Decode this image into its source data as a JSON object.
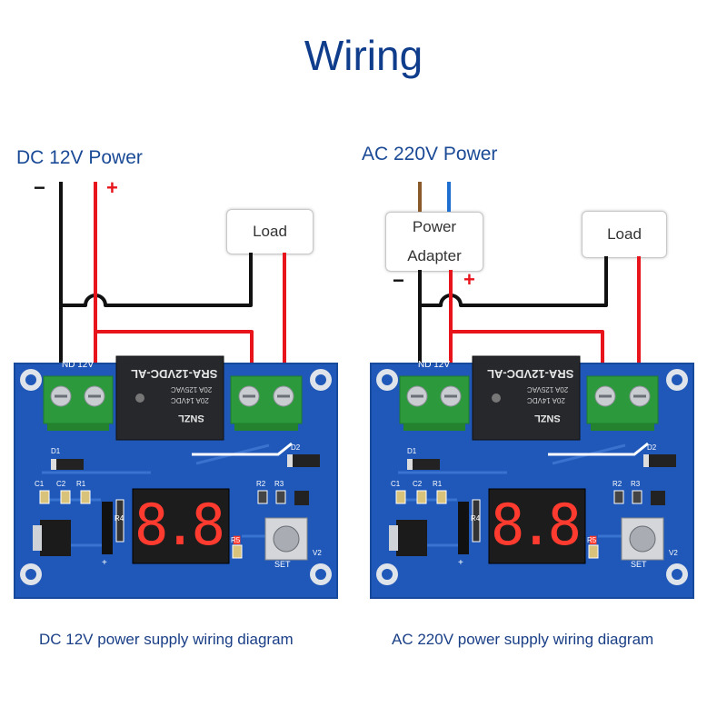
{
  "title": "Wiring",
  "left": {
    "power_title": "DC 12V Power",
    "minus": "−",
    "plus": "+",
    "load_label": "Load",
    "caption": "DC 12V power supply wiring diagram"
  },
  "right": {
    "power_title": "AC 220V Power",
    "adapter_line1": "Power",
    "adapter_line2": "Adapter",
    "minus": "−",
    "plus": "+",
    "load_label": "Load",
    "caption": "AC 220V power supply wiring diagram"
  },
  "board": {
    "relay_model": "SRA-12VDC-AL",
    "relay_brand": "SNZL",
    "relay_spec1": "20A 125VAC",
    "relay_spec2": "20A 14VDC",
    "terminal_label": "ND  12V",
    "display_digits": "8.8.",
    "set_label": "SET",
    "labels": [
      "D1",
      "D2",
      "C1",
      "C2",
      "R1",
      "R2",
      "R3",
      "R4",
      "R5",
      "V2",
      "+"
    ]
  },
  "colors": {
    "title": "#0f3d8c",
    "wire_red": "#e8141b",
    "wire_black": "#111111",
    "wire_brown": "#8b5a2b",
    "wire_blue": "#1f6fd1",
    "pcb_blue": "#1f58b8",
    "terminal_green": "#2c9a3c",
    "display_red": "#ff3b30"
  }
}
